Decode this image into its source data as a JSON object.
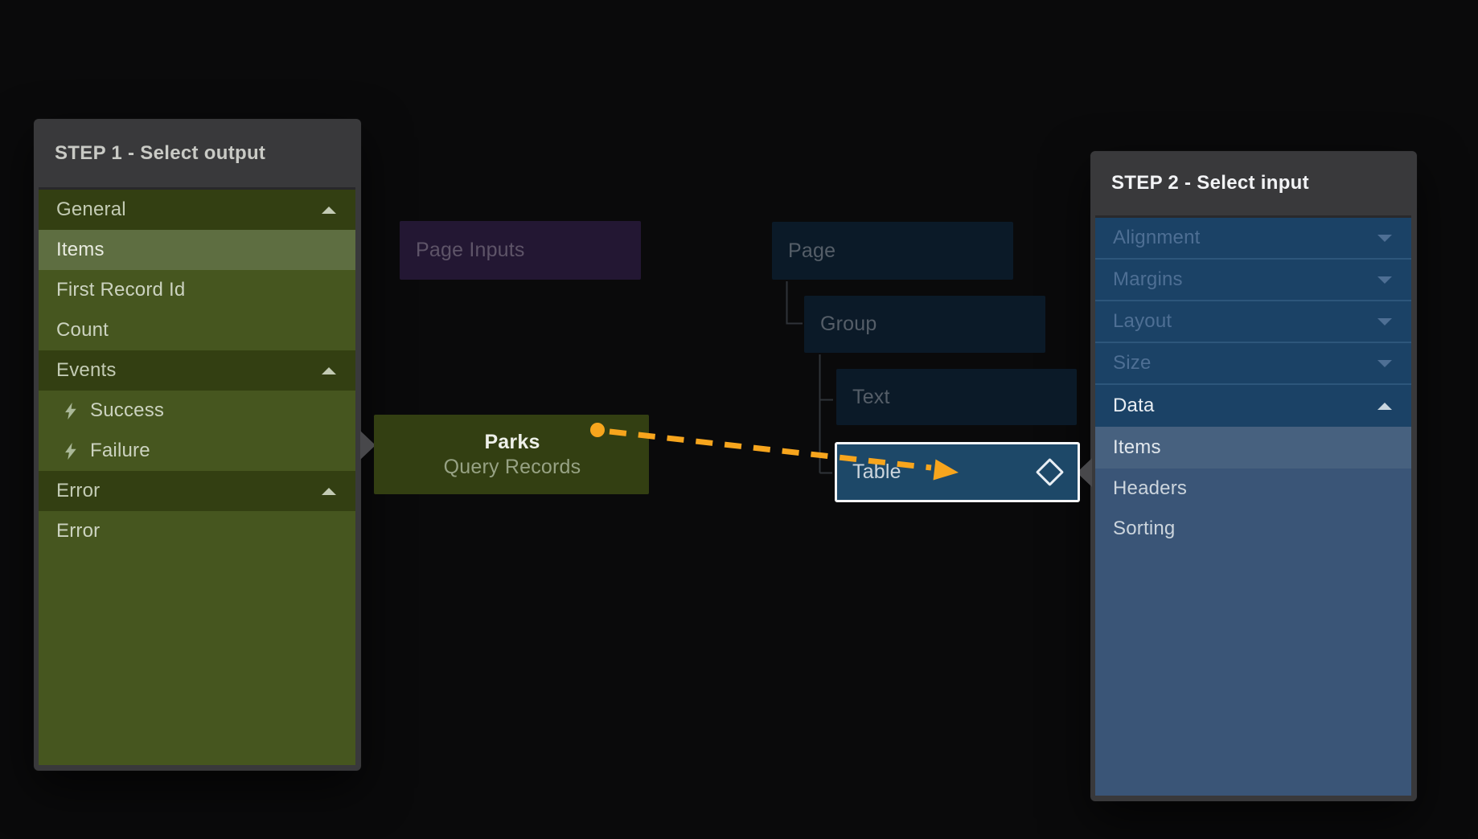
{
  "step1_panel": {
    "title": "STEP 1 - Select output",
    "rows": [
      {
        "label": "General",
        "type": "section",
        "icon": "chevron-up-icon"
      },
      {
        "label": "Items",
        "type": "selected"
      },
      {
        "label": "First Record Id",
        "type": "normal"
      },
      {
        "label": "Count",
        "type": "normal"
      },
      {
        "label": "Events",
        "type": "section",
        "icon": "chevron-up-icon"
      },
      {
        "label": "Success",
        "type": "event",
        "icon": "lightning-icon"
      },
      {
        "label": "Failure",
        "type": "event",
        "icon": "lightning-icon"
      },
      {
        "label": "Error",
        "type": "section",
        "icon": "chevron-up-icon"
      },
      {
        "label": "Error",
        "type": "normal"
      }
    ]
  },
  "step2_panel": {
    "title": "STEP 2 - Select input",
    "rows": [
      {
        "label": "Alignment",
        "type": "section-collapsed",
        "icon": "chevron-down-icon"
      },
      {
        "label": "Margins",
        "type": "section-collapsed",
        "icon": "chevron-down-icon"
      },
      {
        "label": "Layout",
        "type": "section-collapsed",
        "icon": "chevron-down-icon"
      },
      {
        "label": "Size",
        "type": "section-collapsed",
        "icon": "chevron-down-icon"
      },
      {
        "label": "Data",
        "type": "section-expanded",
        "icon": "chevron-up-icon"
      },
      {
        "label": "Items",
        "type": "selected"
      },
      {
        "label": "Headers",
        "type": "normal"
      },
      {
        "label": "Sorting",
        "type": "normal"
      }
    ]
  },
  "nodes": {
    "page_inputs": {
      "label": "Page Inputs"
    },
    "page": {
      "label": "Page"
    },
    "group": {
      "label": "Group"
    },
    "text": {
      "label": "Text"
    },
    "table": {
      "label": "Table",
      "icon": "diamond-binding-icon"
    },
    "parks": {
      "title": "Parks",
      "subtitle": "Query Records"
    }
  },
  "binding_link": {
    "description": "dashed arrow from Parks output to Table input",
    "accent_color": "#f7a51d"
  },
  "colors": {
    "background": "#0a0a0b",
    "panel_frame": "#39393b",
    "step1_section": "#333f12",
    "step1_selected": "#5e6e41",
    "step1_body": "#46561f",
    "step2_section": "#1b4266",
    "step2_selected": "#47617f",
    "step2_body": "#3a5577",
    "table_node": "#1d4868",
    "page_inputs_node": "#231733",
    "tree_node": "#0b1a28",
    "accent_orange": "#f7a51d"
  }
}
